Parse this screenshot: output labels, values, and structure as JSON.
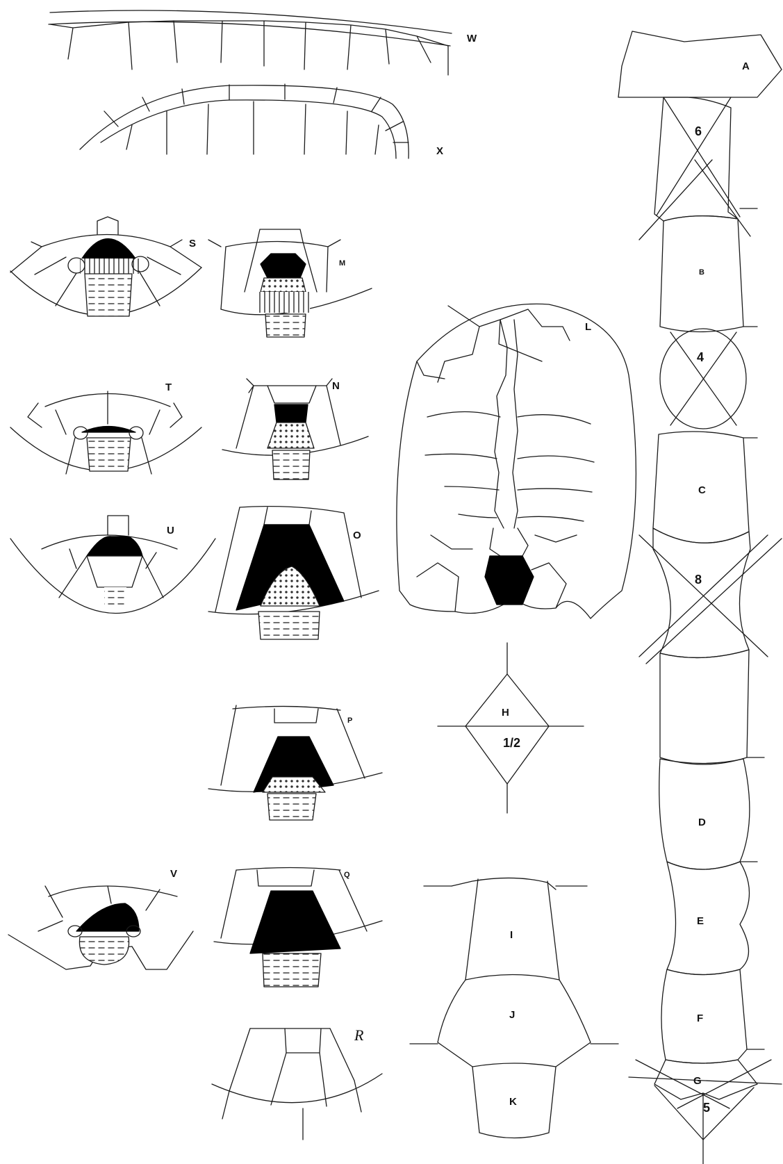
{
  "labels": {
    "W": "W",
    "X": "X",
    "S": "S",
    "M": "M",
    "L": "L",
    "T": "T",
    "N": "N",
    "U": "U",
    "O": "O",
    "P": "P",
    "H": "H",
    "half": "1/2",
    "V": "V",
    "Q": "Q",
    "R": "R",
    "I": "I",
    "J": "J",
    "K": "K",
    "A": "A",
    "six": "6",
    "B": "B",
    "four": "4",
    "C": "C",
    "eight": "8",
    "D": "D",
    "E": "E",
    "F": "F",
    "G": "G",
    "five": "5"
  }
}
